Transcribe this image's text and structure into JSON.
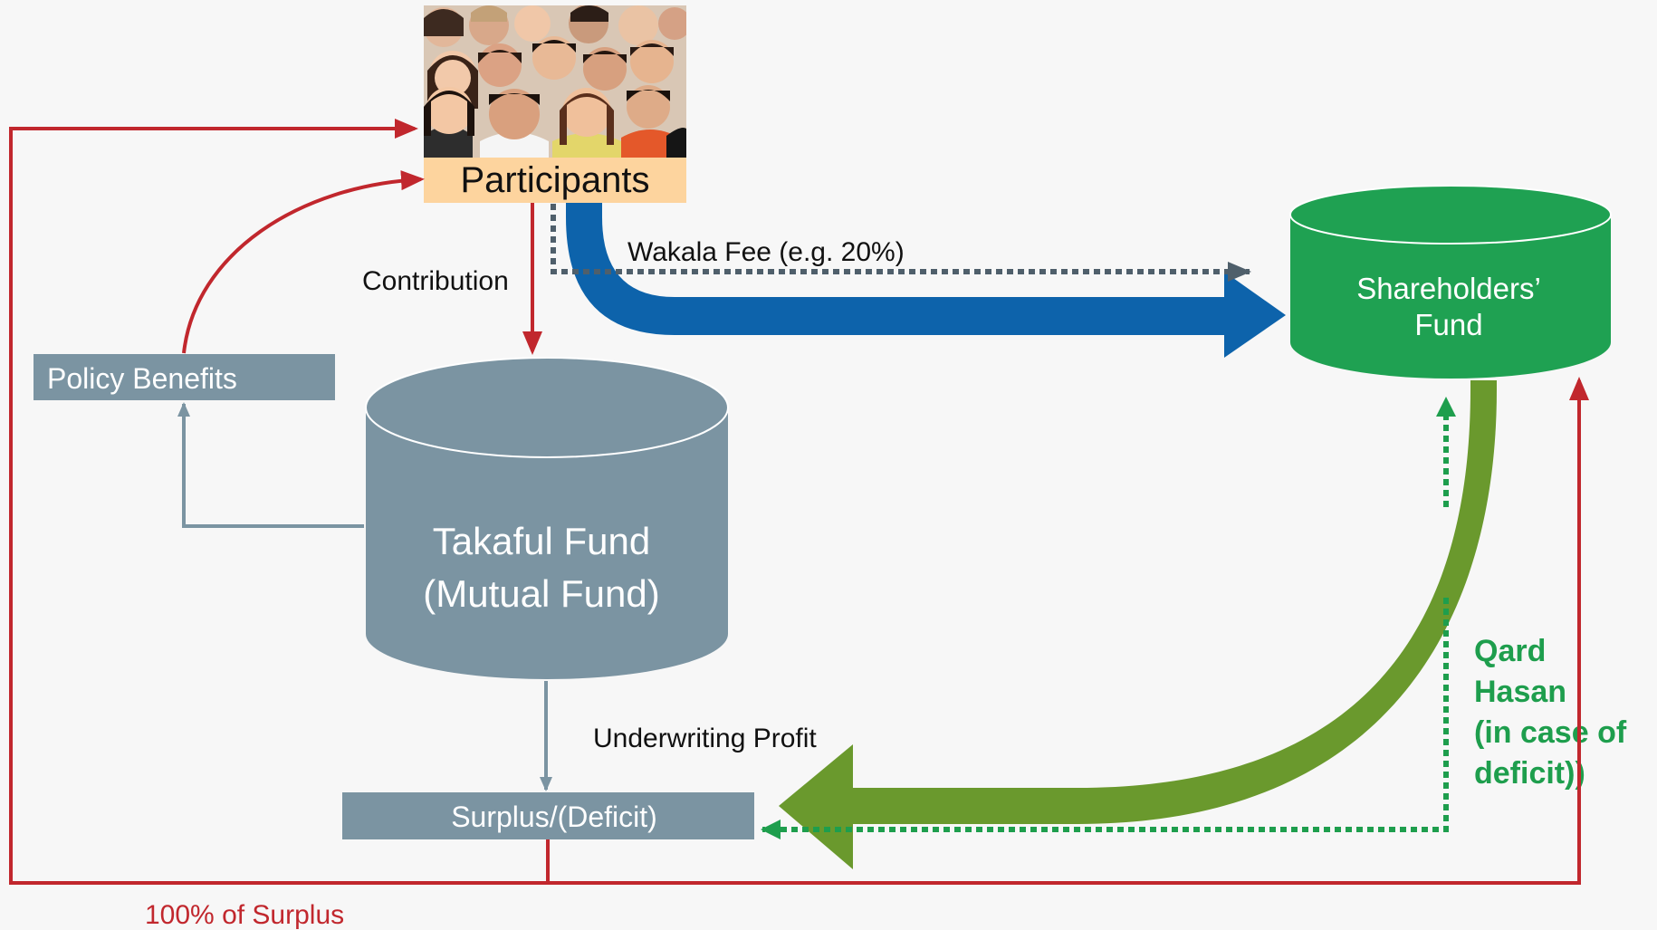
{
  "nodes": {
    "participants": {
      "label": "Participants",
      "image": "crowd-of-people-photo"
    },
    "shareholders_fund": {
      "line1": "Shareholders’",
      "line2": "Fund"
    },
    "takaful_fund": {
      "line1": "Takaful Fund",
      "line2": "(Mutual Fund)"
    },
    "policy_benefits": {
      "label": "Policy Benefits"
    },
    "surplus_deficit": {
      "label": "Surplus/(Deficit)"
    }
  },
  "edges": {
    "contribution": {
      "label": "Contribution"
    },
    "wakala_fee": {
      "label": "Wakala Fee (e.g. 20%)"
    },
    "underwriting_profit": {
      "label": "Underwriting Profit"
    },
    "surplus_return": {
      "label": "100% of Surplus"
    },
    "qard_hasan": {
      "lines": [
        "Qard",
        "Hasan",
        "(in case of",
        "deficit))"
      ]
    }
  },
  "colors": {
    "background": "#f7f7f7",
    "slate": "#7b94a2",
    "green_cylinder": "#1fa152",
    "green_text": "#1e9e4d",
    "blue_arrow": "#0d63ab",
    "olive_arrow": "#6a992d",
    "red_line": "#c1272d",
    "label_bg": "#fdd49e",
    "dark_dotted": "#4f5f6b"
  }
}
